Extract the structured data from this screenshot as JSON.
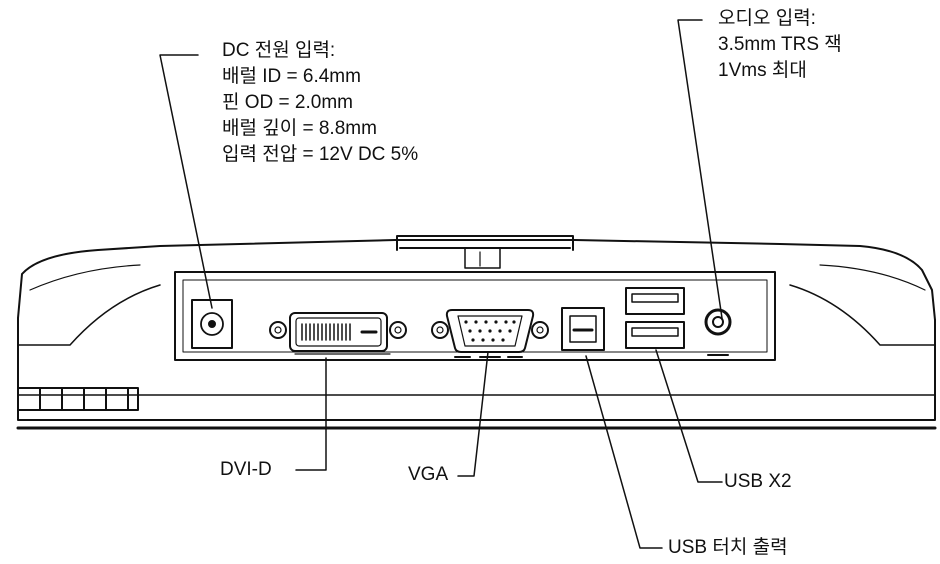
{
  "callouts": {
    "dc_power": {
      "title": "DC 전원 입력:",
      "lines": [
        "배럴 ID = 6.4mm",
        "핀 OD = 2.0mm",
        "배럴 깊이 = 8.8mm",
        "입력 전압 = 12V DC 5%"
      ]
    },
    "audio": {
      "title": "오디오 입력:",
      "lines": [
        "3.5mm TRS 잭",
        "1Vms 최대"
      ]
    },
    "dvi": "DVI-D",
    "vga": "VGA",
    "usb_x2": "USB X2",
    "usb_touch": "USB 터치 출력"
  }
}
